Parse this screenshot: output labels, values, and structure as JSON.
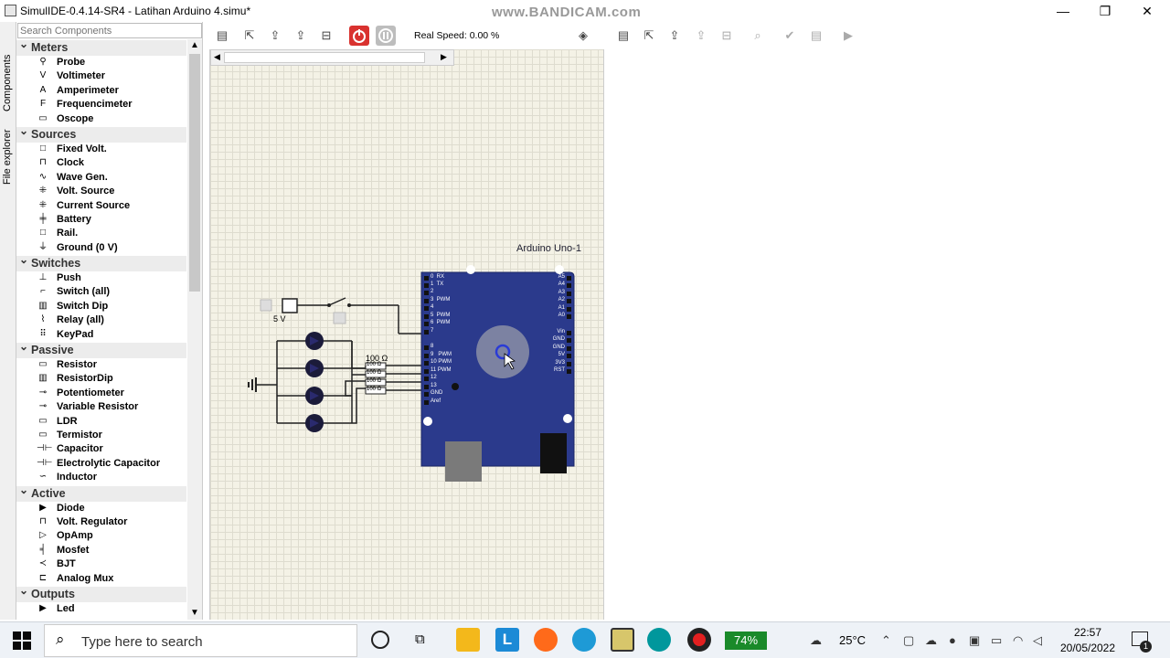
{
  "window": {
    "title": "SimulIDE-0.4.14-SR4  -  Latihan Arduino 4.simu*",
    "watermark": "www.BANDICAM.com",
    "minimize": "—",
    "maximize": "❐",
    "close": "✕"
  },
  "side_tabs": [
    "Components",
    "File explorer"
  ],
  "search": {
    "placeholder": "Search Components"
  },
  "categories": [
    {
      "label": "Meters",
      "items": [
        {
          "label": "Probe",
          "icon": "⚲"
        },
        {
          "label": "Voltimeter",
          "icon": "V"
        },
        {
          "label": "Amperimeter",
          "icon": "A"
        },
        {
          "label": "Frequencimeter",
          "icon": "F"
        },
        {
          "label": "Oscope",
          "icon": "▭"
        }
      ]
    },
    {
      "label": "Sources",
      "items": [
        {
          "label": "Fixed Volt.",
          "icon": "□"
        },
        {
          "label": "Clock",
          "icon": "⊓"
        },
        {
          "label": "Wave Gen.",
          "icon": "∿"
        },
        {
          "label": "Volt. Source",
          "icon": "⁜"
        },
        {
          "label": "Current Source",
          "icon": "⁜"
        },
        {
          "label": "Battery",
          "icon": "╪"
        },
        {
          "label": "Rail.",
          "icon": "□"
        },
        {
          "label": "Ground (0 V)",
          "icon": "⏚"
        }
      ]
    },
    {
      "label": "Switches",
      "items": [
        {
          "label": "Push",
          "icon": "⊥"
        },
        {
          "label": "Switch (all)",
          "icon": "⌐"
        },
        {
          "label": "Switch Dip",
          "icon": "▥"
        },
        {
          "label": "Relay (all)",
          "icon": "⌇"
        },
        {
          "label": "KeyPad",
          "icon": "⠿"
        }
      ]
    },
    {
      "label": "Passive",
      "items": [
        {
          "label": "Resistor",
          "icon": "▭"
        },
        {
          "label": "ResistorDip",
          "icon": "▥"
        },
        {
          "label": "Potentiometer",
          "icon": "⊸"
        },
        {
          "label": "Variable Resistor",
          "icon": "⊸"
        },
        {
          "label": "LDR",
          "icon": "▭"
        },
        {
          "label": "Termistor",
          "icon": "▭"
        },
        {
          "label": "Capacitor",
          "icon": "⊣⊢"
        },
        {
          "label": "Electrolytic Capacitor",
          "icon": "⊣⊢"
        },
        {
          "label": "Inductor",
          "icon": "∽"
        }
      ]
    },
    {
      "label": "Active",
      "items": [
        {
          "label": "Diode",
          "icon": "▶"
        },
        {
          "label": "Volt. Regulator",
          "icon": "⊓"
        },
        {
          "label": "OpAmp",
          "icon": "▷"
        },
        {
          "label": "Mosfet",
          "icon": "╡"
        },
        {
          "label": "BJT",
          "icon": "≺"
        },
        {
          "label": "Analog Mux",
          "icon": "⊏"
        }
      ]
    },
    {
      "label": "Outputs",
      "items": [
        {
          "label": "Led",
          "icon": "▶"
        }
      ]
    }
  ],
  "toolbar": {
    "real_speed": "Real Speed: 0.00 %"
  },
  "circuit": {
    "board_label": "Arduino Uno-1",
    "fixed_volt_label": "5 V",
    "resistor_label": "100 Ω",
    "resistor_value": "100 Ω",
    "left_pins": [
      "0  RX",
      "1  TX",
      "2",
      "3  PWM",
      "4",
      "5  PWM",
      "6  PWM",
      "7",
      "8",
      "9   PWM",
      "10 PWM",
      "11 PWM",
      "12",
      "13",
      "GND",
      "Aref"
    ],
    "right_pins": [
      "A5",
      "A4",
      "A3",
      "A2",
      "A1",
      "A0",
      "Vin",
      "GND",
      "GND",
      "5V",
      "3V3",
      "RST"
    ]
  },
  "taskbar": {
    "search_placeholder": "Type here to search",
    "battery": "74%",
    "weather": "25°C",
    "time": "22:57",
    "date": "20/05/2022",
    "notifications": "1"
  }
}
